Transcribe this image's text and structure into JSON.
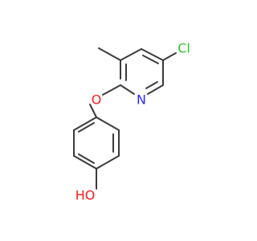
{
  "molecule": {
    "atom_labels": {
      "chlorine": {
        "text": "Cl",
        "color": "#33c233"
      },
      "oxygen_ether": {
        "text": "O",
        "color": "#ff1a1a"
      },
      "nitrogen": {
        "text": "N",
        "color": "#2929ff"
      },
      "oxygen_hydroxyl": {
        "text": "HO",
        "color": "#ff1a1a"
      }
    },
    "bond_color": "#3a3a3a"
  }
}
